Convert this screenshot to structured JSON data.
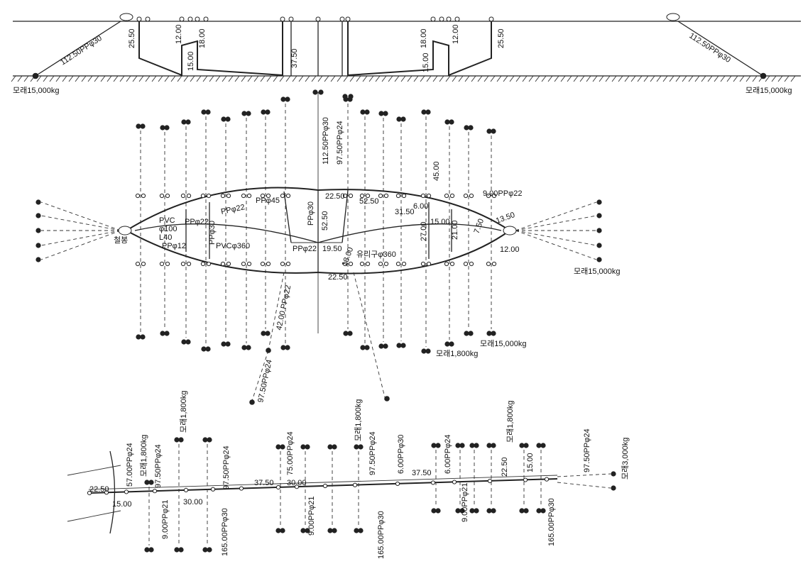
{
  "section_view": {
    "left_rope": "112.50PPφ30",
    "right_rope": "112.50PPφ30",
    "left_anchor": "모래15,000kg",
    "right_anchor": "모래15,000kg",
    "dims": [
      "25.50",
      "12.00",
      "18.00",
      "15.00",
      "37.50",
      "18.00",
      "12.00",
      "15.00",
      "25.50"
    ]
  },
  "plan_view": {
    "labels": {
      "center_rope1": "112.50PPφ30",
      "center_rope2": "97.50PPφ24",
      "pp45": "PPφ45",
      "pp22_left": "PPφ22",
      "pp22_inner": "PPφ22",
      "pp30_left": "PPφ30",
      "pvc": "PVC",
      "phi100": "φ100",
      "l40": "L40",
      "pp12": "PPφ12",
      "pvc360": "PVCφ360",
      "iron_pipe": "철봉",
      "pp30_center": "PPφ30",
      "len5250_center": "52.50",
      "pp22_center": "PPφ22",
      "len1950": "19.50",
      "glass_float": "유리구φ360",
      "len1800": "18.00",
      "len2250_top": "22.50",
      "len2250_bottom": "22.50",
      "len5250_right": "52.50",
      "len3150": "31.50",
      "len600": "6.00",
      "len4500": "45.00",
      "len2700": "27.00",
      "len1500": "15.00",
      "len2100": "21.00",
      "len750": "7.50",
      "len1350": "13.50",
      "len1200": "12.00",
      "rope900": "9.00PPφ22",
      "rope4200": "42.00 PPφ22",
      "rope9750": "97.50PPφ24",
      "sand15000_right": "모래15,000kg",
      "sand15000_bottom": "모래15,000kg",
      "sand1800": "모래1,800kg"
    }
  },
  "profile_view": {
    "labels": {
      "len2250": "22.50",
      "len1500a": "15.00",
      "rope5700": "57.00PPφ24",
      "sand1800a": "모래1,800kg",
      "rope9750a": "97.50PPφ24",
      "rope900a": "9.00PPφ21",
      "len3000a": "30.00",
      "sand1800b": "모래1,800kg",
      "rope9750b": "97.50PPφ24",
      "rope16500a": "165.00PPφ30",
      "len3750a": "37.50",
      "rope7500": "75.00PPφ24",
      "len3000b": "30.00",
      "rope900b": "9.00PPφ21",
      "sand1800c": "모래1,800kg",
      "rope9750c": "97.50PPφ24",
      "rope16500b": "165.00PPφ30",
      "rope600a": "6.00PPφ30",
      "len3750b": "37.50",
      "rope600b": "6.00PPφ24",
      "rope900c": "9.00PPφ21",
      "len2250b": "22.50",
      "sand1800d": "모래1,800kg",
      "len1500b": "15.00",
      "rope9750d": "97.50PPφ24",
      "sand3000": "모래3,000kg",
      "rope16500c": "165.00PPφ30"
    }
  }
}
